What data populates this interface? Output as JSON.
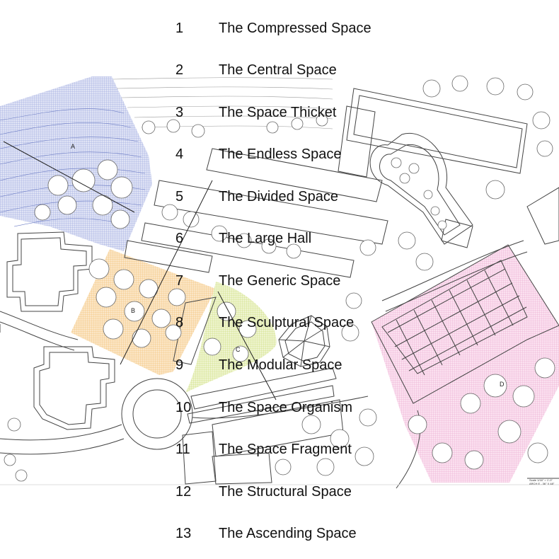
{
  "items": [
    {
      "num": "1",
      "label": "The Compressed Space"
    },
    {
      "num": "2",
      "label": "The Central Space"
    },
    {
      "num": "3",
      "label": "The Space Thicket"
    },
    {
      "num": "4",
      "label": "The Endless Space"
    },
    {
      "num": "5",
      "label": "The Divided Space"
    },
    {
      "num": "6",
      "label": "The Large Hall"
    },
    {
      "num": "7",
      "label": "The Generic Space"
    },
    {
      "num": "8",
      "label": "The Sculptural Space"
    },
    {
      "num": "9",
      "label": "The Modular Space"
    },
    {
      "num": "10",
      "label": "The Space Organism"
    },
    {
      "num": "11",
      "label": "The Space Fragment"
    },
    {
      "num": "12",
      "label": "The Structural Space"
    },
    {
      "num": "13",
      "label": "The Ascending Space"
    }
  ],
  "zones": {
    "a": {
      "letter": "A",
      "color": "#7f8fd6"
    },
    "b": {
      "letter": "B",
      "color": "#f2b766"
    },
    "c": {
      "letter": "C",
      "color": "#c9dc6e"
    },
    "d": {
      "letter": "D",
      "color": "#ec9ccb"
    }
  },
  "scale_note": {
    "line1": "Scale 1/16\" = 1'-0\"",
    "line2": "ARCH E - 36\" X 48\""
  },
  "colors": {
    "text": "#111111",
    "linework": "#444444"
  }
}
